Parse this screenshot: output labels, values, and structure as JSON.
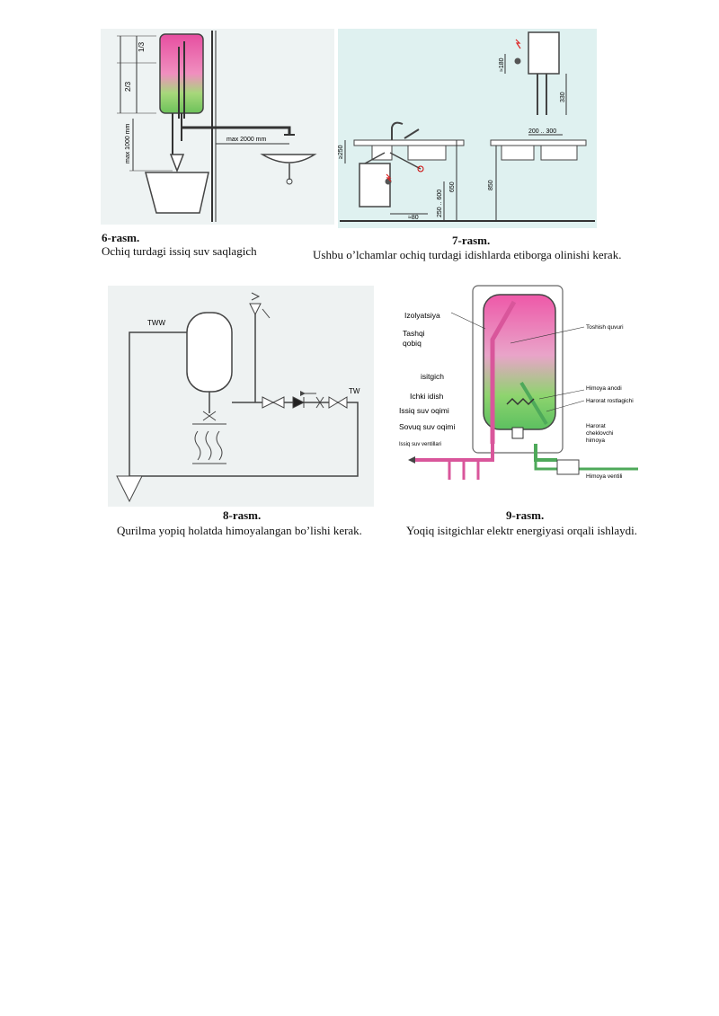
{
  "figures": [
    {
      "id": "6",
      "caption_title": "6-rasm.",
      "caption_text": "Ochiq turdagi issiq suv saqlagich",
      "labels": {
        "third": "1/3",
        "two_thirds": "2/3",
        "max_height": "max 1000 mm",
        "max_length": "max 2000 mm"
      }
    },
    {
      "id": "7",
      "caption_title": "7-rasm.",
      "caption_text": "Ushbu o’lchamlar ochiq turdagi idishlarda etiborga olinishi kerak.",
      "labels": {
        "d250": "≥250",
        "d180": "≈180",
        "d330": "330",
        "d200_300": "200 .. 300",
        "d650": "650",
        "d250_600": "250 .. 600",
        "d850": "850",
        "d80": "≈80"
      }
    },
    {
      "id": "8",
      "caption_title": "8-rasm.",
      "caption_text": "Qurilma yopiq holatda himoyalangan bo’lishi kerak.",
      "labels": {
        "tww": "TWW",
        "tw": "TW"
      }
    },
    {
      "id": "9",
      "caption_title": "9-rasm.",
      "caption_text": "Yoqiq isitgichlar elektr energiyasi orqali ishlaydi.",
      "labels": {
        "izolyatsiya": "Izolyatsiya",
        "tashqi_qobiq": "Tashqi\nqobiq",
        "isitgich": "isitgich",
        "ichki_idish": "Ichki idish",
        "issiq_suv": "Issiq suv oqimi",
        "sovuq_suv": "Sovuq suv oqimi",
        "issiq_ventil": "Issiq suv ventillari",
        "toshish": "Toshish quvuri",
        "himoya_anod": "Himoya anodi",
        "harorat_rostlagichi": "Harorat rostlagichi",
        "harorat_cheklovchi": "Harorat\ncheklovchi\nhimoya",
        "himoya_ventili": "Himoya ventili"
      }
    }
  ],
  "colors": {
    "hot": "#e44fa0",
    "cold": "#5cc060",
    "pipe_hot": "#d9569b",
    "pipe_cold": "#4ea95a",
    "bg_tint": "#dff1f0"
  }
}
